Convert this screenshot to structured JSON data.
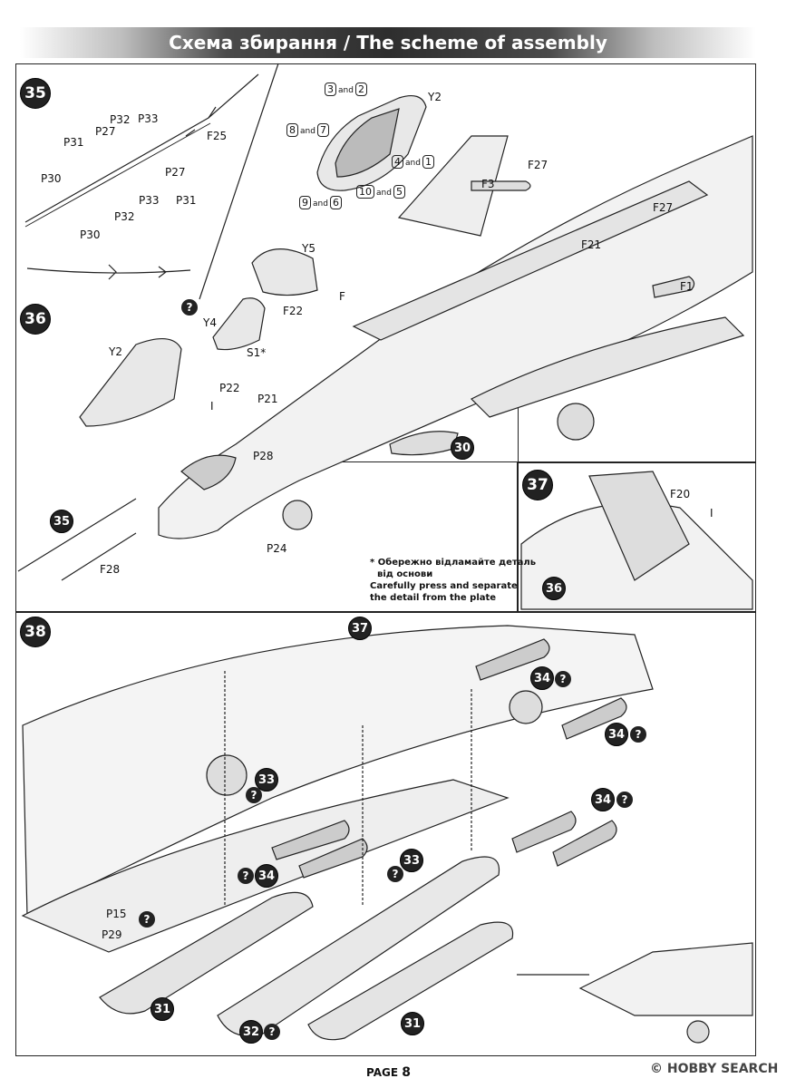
{
  "header": {
    "title": "Схема збирання / The scheme of assembly"
  },
  "steps": {
    "s35": "35",
    "s36": "36",
    "s37": "37",
    "s38": "38",
    "s30": "30",
    "s31": "31",
    "s32": "32",
    "s33": "33",
    "s34": "34",
    "s36b": "36",
    "s37b": "37",
    "s35b": "35"
  },
  "q": "?",
  "parts35": {
    "p32a": "P32",
    "p33a": "P33",
    "p27a": "P27",
    "p31a": "P31",
    "p30a": "P30",
    "p27b": "P27",
    "p33b": "P33",
    "p31b": "P31",
    "p32b": "P32",
    "p30b": "P30",
    "f25": "F25"
  },
  "canopy_top": {
    "y2": "Y2",
    "n3": "3",
    "n2": "2",
    "n8": "8",
    "n7": "7",
    "n4": "4",
    "n1": "1",
    "n10": "10",
    "n5": "5",
    "n9": "9",
    "n6": "6",
    "and": "and"
  },
  "parts_main": {
    "f27a": "F27",
    "f3": "F3",
    "f27b": "F27",
    "f21": "F21",
    "f1": "F1",
    "y5": "Y5",
    "f22": "F22",
    "f": "F",
    "y4": "Y4",
    "y2b": "Y2",
    "s1": "S1*",
    "p22": "P22",
    "p21": "P21",
    "i1": "I",
    "p28": "P28",
    "p24": "P24",
    "f28": "F28"
  },
  "parts37": {
    "f20": "F20",
    "i2": "I"
  },
  "parts38": {
    "p15": "P15",
    "p29": "P29"
  },
  "note": {
    "line1": "* Обережно відламайте деталь",
    "line2": "від основи",
    "line3": "Carefully press and separate",
    "line4": "the detail from the plate"
  },
  "footer": {
    "page_label": "PAGE",
    "page_number": "8",
    "watermark": "© HOBBY SEARCH"
  }
}
